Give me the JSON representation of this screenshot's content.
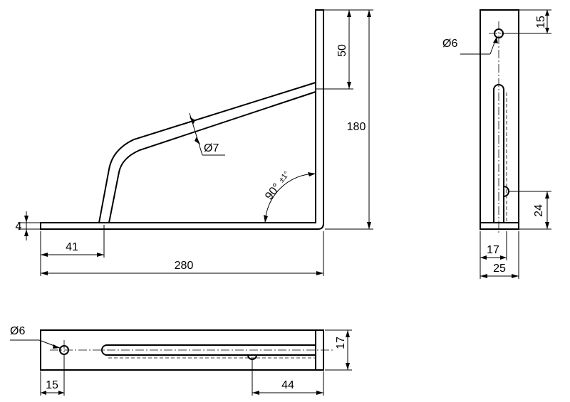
{
  "dimensions": {
    "base_length": "280",
    "height": "180",
    "offset_left": "41",
    "thickness": "4",
    "top_offset": "50",
    "strut_diameter": "Ø7",
    "angle": "90°",
    "angle_tolerance": "±1°",
    "side_hole_diameter": "Ø6",
    "side_hole_top": "15",
    "side_slot_bottom": "24",
    "side_slot_x": "17",
    "side_width": "25",
    "bottom_hole_diameter": "Ø6",
    "bottom_hole_left": "15",
    "bottom_slot_end": "44",
    "bottom_width": "17"
  }
}
